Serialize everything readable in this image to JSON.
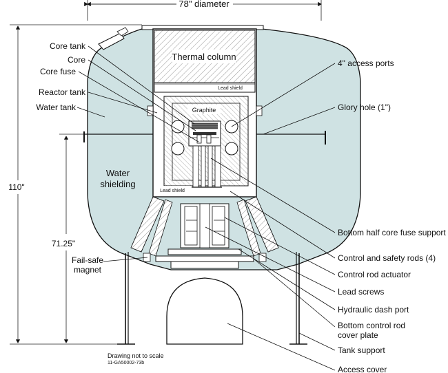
{
  "labels": {
    "diameter": "78\" diameter",
    "height_total": "110\"",
    "height_support": "71.25\"",
    "thermal_column": "Thermal column",
    "lead_shield_top": "Lead shield",
    "graphite": "Graphite",
    "lead_shield_bottom": "Lead shield",
    "water_shielding_1": "Water",
    "water_shielding_2": "shielding",
    "core_tank": "Core tank",
    "core": "Core",
    "core_fuse": "Core fuse",
    "reactor_tank": "Reactor tank",
    "water_tank": "Water tank",
    "access_ports": "4\" access ports",
    "glory_hole": "Glory hole (1\")",
    "fail_safe_1": "Fail-safe",
    "fail_safe_2": "magnet",
    "bottom_half_core_fuse_support": "Bottom half core fuse support",
    "control_safety_rods": "Control and safety rods (4)",
    "control_rod_actuator": "Control rod actuator",
    "lead_screws": "Lead screws",
    "hydraulic_dash_port": "Hydraulic dash port",
    "bottom_cover_1": "Bottom control rod",
    "bottom_cover_2": "cover plate",
    "tank_support": "Tank support",
    "access_cover": "Access cover",
    "not_to_scale": "Drawing not to scale",
    "drawing_id": "11-GA50002-73b"
  },
  "colors": {
    "water": "#cfe2e3",
    "outline": "#111111",
    "hatch": "#666666",
    "background": "#ffffff"
  }
}
